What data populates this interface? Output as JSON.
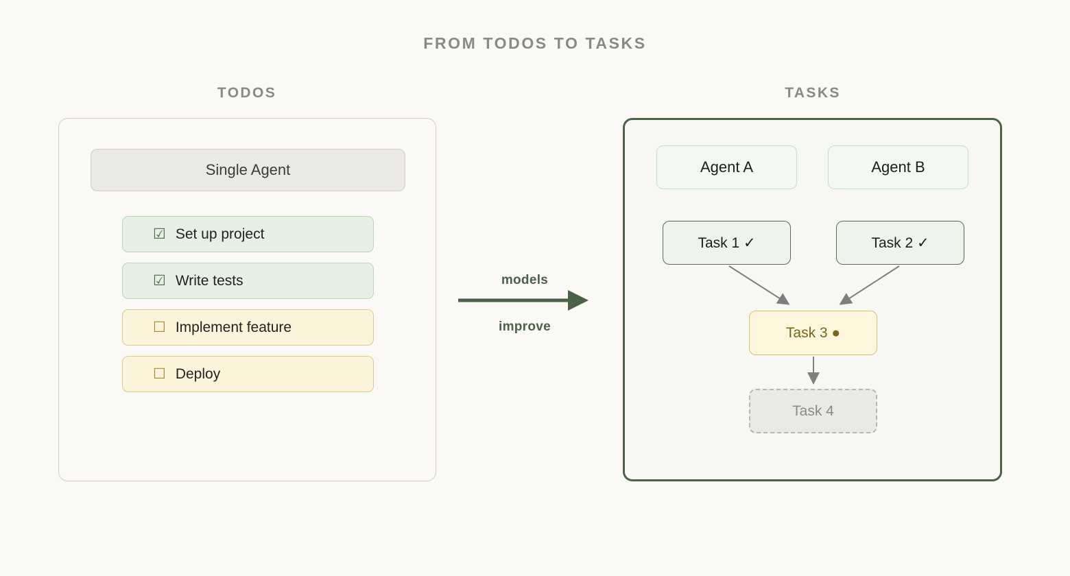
{
  "title": "FROM TODOS TO TASKS",
  "columns": {
    "todos_heading": "TODOS",
    "tasks_heading": "TASKS"
  },
  "todos_panel": {
    "agent_label": "Single Agent",
    "items": [
      {
        "checkbox": "☑",
        "label": "Set up project",
        "state": "done"
      },
      {
        "checkbox": "☑",
        "label": "Write tests",
        "state": "done"
      },
      {
        "checkbox": "☐",
        "label": "Implement feature",
        "state": "pending"
      },
      {
        "checkbox": "☐",
        "label": "Deploy",
        "state": "pending"
      }
    ]
  },
  "flow": {
    "label_top": "models",
    "label_bottom": "improve"
  },
  "tasks_panel": {
    "agents": [
      {
        "label": "Agent A"
      },
      {
        "label": "Agent B"
      }
    ],
    "nodes": [
      {
        "label": "Task 1 ✓",
        "state": "done"
      },
      {
        "label": "Task 2 ✓",
        "state": "done"
      },
      {
        "label": "Task 3 ●",
        "state": "in-progress"
      },
      {
        "label": "Task 4",
        "state": "pending"
      }
    ]
  },
  "colors": {
    "background": "#faf9f6",
    "heading_text": "#8a8a85",
    "accent_green": "#4b6148",
    "done_fill": "#e6f0e4",
    "done_border": "#b9d9b4",
    "pending_fill": "#fcf4da",
    "pending_border": "#ddc98a",
    "amber_text": "#7a6517",
    "connector_grey": "#7f7f7f"
  }
}
